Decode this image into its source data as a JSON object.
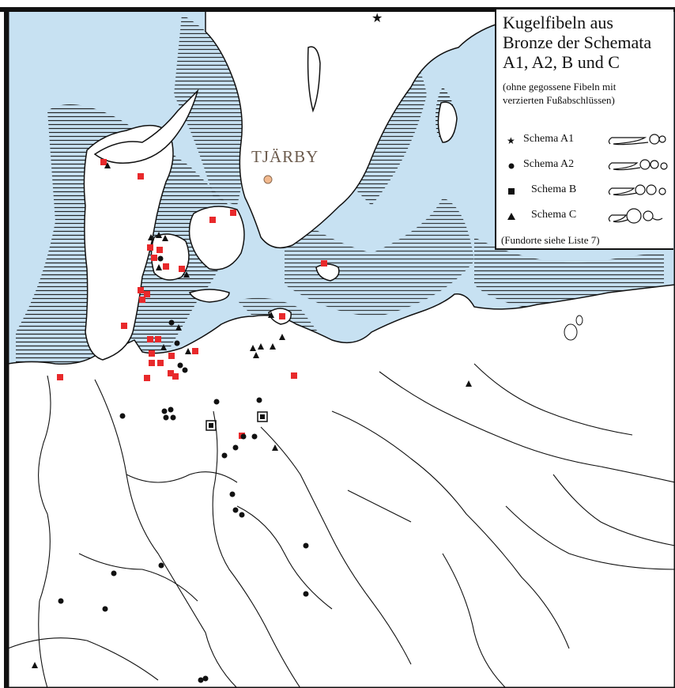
{
  "legend": {
    "title": "Kugelfibeln aus\nBronze der Schemata\nA1, A2, B und C",
    "note": "(ohne gegossene Fibeln mit\nverzierten Fußabschlüssen)",
    "items": [
      {
        "symbol": "star",
        "label": "Schema A1"
      },
      {
        "symbol": "circle",
        "label": "Schema A2"
      },
      {
        "symbol": "square",
        "label": "Schema B"
      },
      {
        "symbol": "triangle",
        "label": "Schema C"
      }
    ],
    "footer": "(Fundorte siehe Liste 7)"
  },
  "place": {
    "label": "TJÄRBY"
  },
  "colors": {
    "sea": "#c7e1f2",
    "land": "#ffffff",
    "marker_red": "#e8292b",
    "place_marker": "#f2b98e",
    "ink": "#111111"
  }
}
